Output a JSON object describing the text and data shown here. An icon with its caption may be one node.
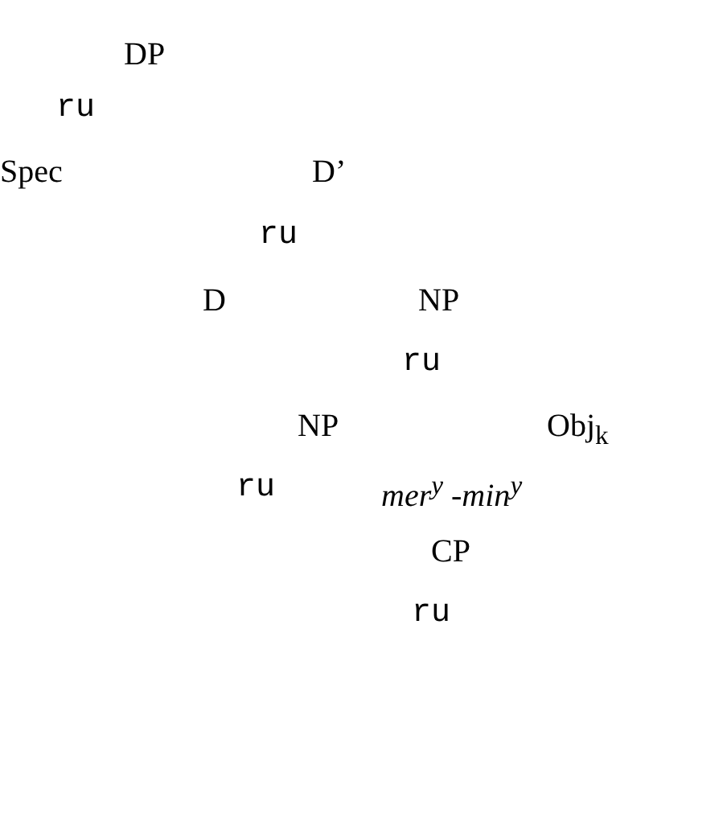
{
  "diagram": {
    "labels": [
      "DP",
      "ru",
      "Spec",
      "D’",
      "ru",
      "D",
      "NP",
      "ru",
      "NP",
      "Obj$_{k}$",
      "ru",
      "mer$^{y}$ -min$^{y}$",
      "CP",
      "ru"
    ]
  }
}
